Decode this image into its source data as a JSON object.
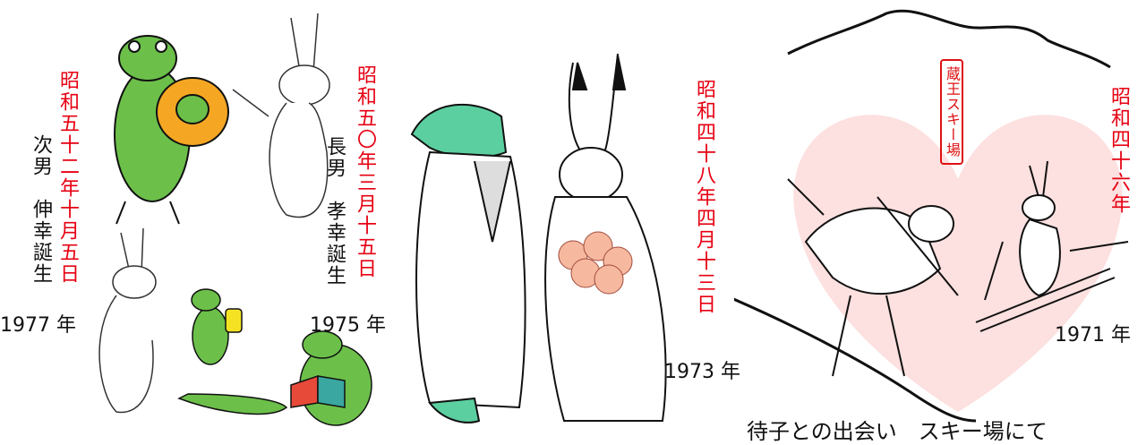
{
  "colors": {
    "red_text": "#e60012",
    "frog_green": "#5cb85c",
    "frog_teal": "#5ccfa0",
    "heart_pink": "#fde0e0",
    "orange": "#f5a623",
    "bouquet": "#f7b8a0"
  },
  "panel1977": {
    "era_date": "昭和五十二年十月五日",
    "event": "次男　伸幸誕生",
    "year": "1977 年"
  },
  "panel1975": {
    "era_date": "昭和五〇年三月十五日",
    "event": "長男　孝幸誕生",
    "year": "1975 年"
  },
  "panel1973": {
    "era_date": "昭和四十八年四月十三日",
    "year": "1973 年"
  },
  "panel1971": {
    "stamp": "蔵王スキー場",
    "era_date": "昭和四十六年",
    "year": "1971 年",
    "caption": "待子との出会い　スキー場にて"
  }
}
